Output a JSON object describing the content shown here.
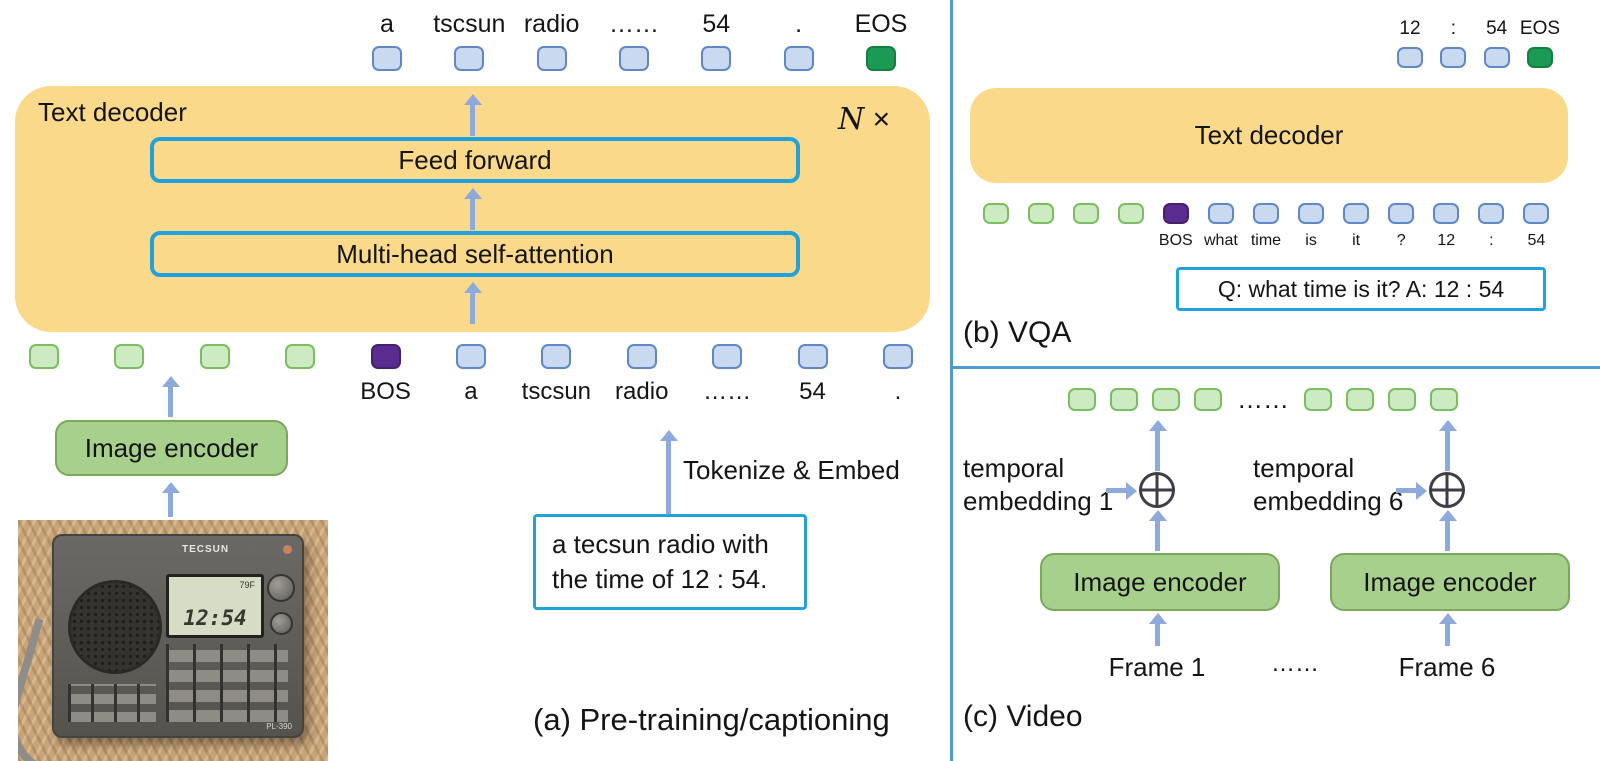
{
  "colors": {
    "decoder_fill": "#FBD98B",
    "box_border": "#21A2DC",
    "arrow": "#8EA9DB",
    "token_blue": "#C8D9F0",
    "token_green": "#CDEBC3",
    "token_purple": "#5B2C8F",
    "token_eos": "#1B9A53",
    "encoder_fill": "#A8D08D",
    "divider": "#4D9AD5"
  },
  "panel_a": {
    "output_row": [
      {
        "label": "a",
        "type": "blue"
      },
      {
        "label": "tscsun",
        "type": "blue"
      },
      {
        "label": "radio",
        "type": "blue"
      },
      {
        "label": "……",
        "type": "blue"
      },
      {
        "label": "54",
        "type": "blue"
      },
      {
        "label": ".",
        "type": "blue"
      },
      {
        "label": "EOS",
        "type": "eos"
      }
    ],
    "decoder_label": "Text decoder",
    "repeat_n": "N",
    "repeat_times": "×",
    "feed_forward_label": "Feed forward",
    "attention_label": "Multi-head self-attention",
    "input_row": [
      {
        "type": "green"
      },
      {
        "type": "green"
      },
      {
        "type": "green"
      },
      {
        "type": "green"
      },
      {
        "label": "BOS",
        "type": "purple"
      },
      {
        "label": "a",
        "type": "blue"
      },
      {
        "label": "tscsun",
        "type": "blue"
      },
      {
        "label": "radio",
        "type": "blue"
      },
      {
        "label": "……",
        "type": "blue"
      },
      {
        "label": "54",
        "type": "blue"
      },
      {
        "label": ".",
        "type": "blue"
      }
    ],
    "image_encoder_label": "Image encoder",
    "tokenize_label": "Tokenize & Embed",
    "caption_box": [
      "a tecsun radio with",
      "the time of 12 : 54."
    ],
    "caption": "(a) Pre-training/captioning",
    "radio": {
      "brand": "TECSUN",
      "temp": "79F",
      "time": "12:54",
      "model": "PL-390"
    }
  },
  "panel_b": {
    "output_row": [
      {
        "label": "12",
        "type": "blue"
      },
      {
        "label": ":",
        "type": "blue"
      },
      {
        "label": "54",
        "type": "blue"
      },
      {
        "label": "EOS",
        "type": "eos"
      }
    ],
    "decoder_label": "Text decoder",
    "input_row": [
      {
        "type": "green"
      },
      {
        "type": "green"
      },
      {
        "type": "green"
      },
      {
        "type": "green"
      },
      {
        "label": "BOS",
        "type": "purple"
      },
      {
        "label": "what",
        "type": "blue"
      },
      {
        "label": "time",
        "type": "blue"
      },
      {
        "label": "is",
        "type": "blue"
      },
      {
        "label": "it",
        "type": "blue"
      },
      {
        "label": "?",
        "type": "blue"
      },
      {
        "label": "12",
        "type": "blue"
      },
      {
        "label": ":",
        "type": "blue"
      },
      {
        "label": "54",
        "type": "blue"
      }
    ],
    "qa_text": "Q: what time is it? A: 12 : 54",
    "caption": "(b) VQA"
  },
  "panel_c": {
    "left_tokens": [
      {
        "type": "green"
      },
      {
        "type": "green"
      },
      {
        "type": "green"
      },
      {
        "type": "green"
      }
    ],
    "right_tokens": [
      {
        "type": "green"
      },
      {
        "type": "green"
      },
      {
        "type": "green"
      },
      {
        "type": "green"
      }
    ],
    "tokens_dots": "……",
    "temporal_1": [
      "temporal",
      "embedding 1"
    ],
    "temporal_6": [
      "temporal",
      "embedding 6"
    ],
    "encoder_1_label": "Image encoder",
    "encoder_2_label": "Image encoder",
    "frame_1": "Frame 1",
    "frames_dots": "……",
    "frame_6": "Frame 6",
    "caption": "(c) Video"
  }
}
